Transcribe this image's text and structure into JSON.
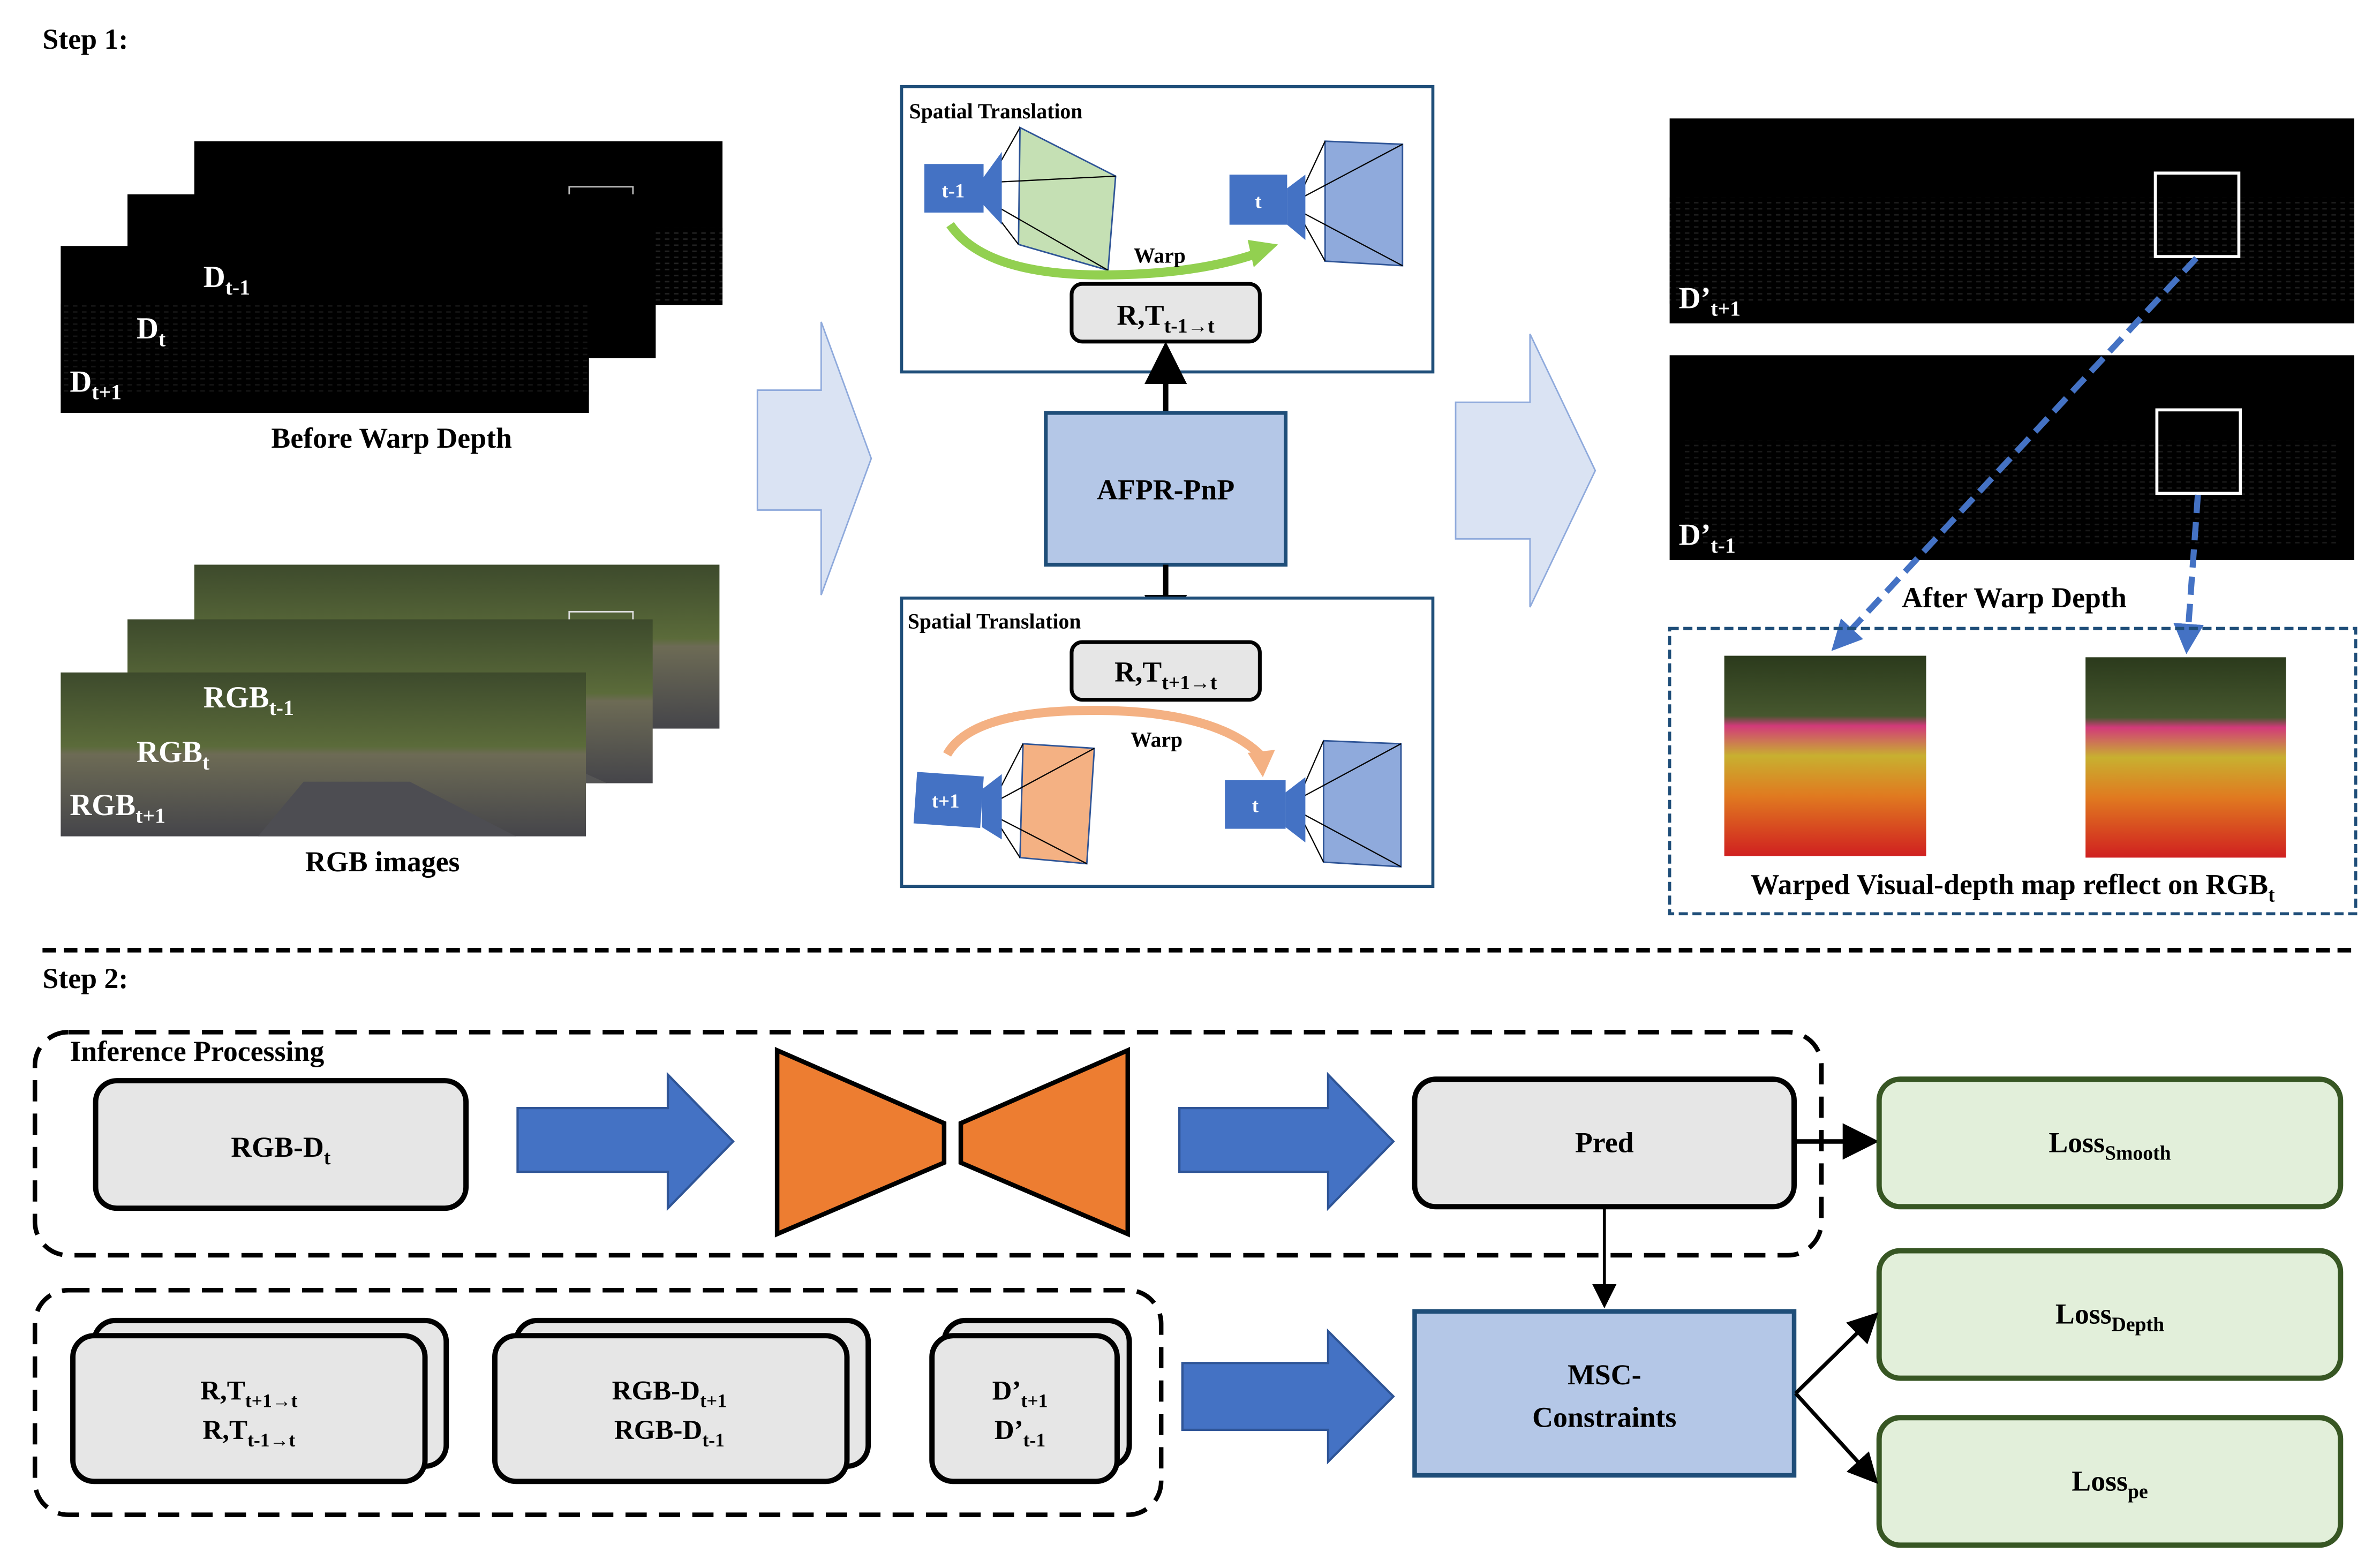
{
  "step1": {
    "title": "Step 1:",
    "before_warp": {
      "caption": "Before Warp Depth",
      "frames": [
        {
          "base": "D",
          "sub": "t-1"
        },
        {
          "base": "D",
          "sub": "t"
        },
        {
          "base": "D",
          "sub": "t+1"
        }
      ]
    },
    "rgb": {
      "caption": "RGB images",
      "frames": [
        {
          "base": "RGB",
          "sub": "t-1"
        },
        {
          "base": "RGB",
          "sub": "t"
        },
        {
          "base": "RGB",
          "sub": "t+1"
        }
      ]
    },
    "spatial_top": {
      "title": "Spatial Translation",
      "cam_src": "t-1",
      "cam_dst": "t",
      "warp_label": "Warp",
      "rt": {
        "base": "R,T",
        "sub": "t-1→t"
      }
    },
    "afpr": {
      "label": "AFPR-PnP"
    },
    "spatial_bottom": {
      "title": "Spatial Translation",
      "cam_src": "t+1",
      "cam_dst": "t",
      "warp_label": "Warp",
      "rt": {
        "base": "R,T",
        "sub": "t+1→t"
      }
    },
    "after_warp": {
      "caption": "After Warp Depth",
      "frames": [
        {
          "base": "D’",
          "sub": "t+1"
        },
        {
          "base": "D’",
          "sub": "t-1"
        }
      ]
    },
    "warped_box": {
      "caption_base": "Warped Visual-depth map reflect on RGB",
      "caption_sub": "t"
    }
  },
  "step2": {
    "title": "Step 2:",
    "inference_label": "Inference Processing",
    "rgbd": {
      "base": "RGB-D",
      "sub": "t"
    },
    "pred": "Pred",
    "msc": {
      "line1": "MSC-",
      "line2": "Constraints"
    },
    "losses": [
      {
        "base": "Loss",
        "sub": "Smooth"
      },
      {
        "base": "Loss",
        "sub": "Depth"
      },
      {
        "base": "Loss",
        "sub": "pe"
      }
    ],
    "inputs": {
      "rt": [
        {
          "base": "R,T",
          "sub": "t+1→t"
        },
        {
          "base": "R,T",
          "sub": "t-1→t"
        }
      ],
      "rgbd": [
        {
          "base": "RGB-D",
          "sub": "t+1"
        },
        {
          "base": "RGB-D",
          "sub": "t-1"
        }
      ],
      "dprime": [
        {
          "base": "D’",
          "sub": "t+1"
        },
        {
          "base": "D’",
          "sub": "t-1"
        }
      ]
    }
  },
  "colors": {
    "box_blue_fill": "#b4c7e7",
    "box_blue_stroke": "#1f4e79",
    "arrow_blue": "#4472c4",
    "chevron_fill": "#dae3f3",
    "encoder_orange": "#ed7d31",
    "loss_fill": "#e2efda",
    "loss_stroke": "#375623",
    "gray_box": "#e6e6e6",
    "warp_green": "#92d050",
    "warp_orange": "#f4b183",
    "frustum_green": "#c5e0b4",
    "frustum_orange": "#f4b183",
    "frustum_blue": "#8faadc"
  }
}
